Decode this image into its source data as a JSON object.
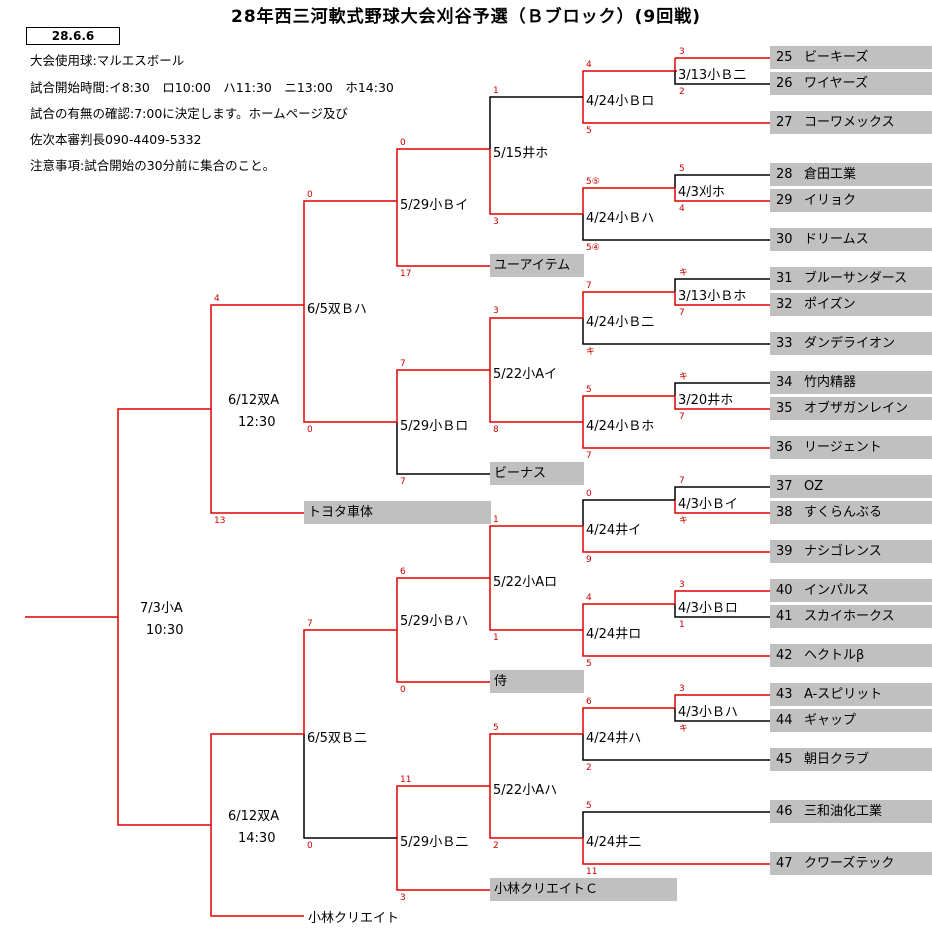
{
  "title": "28年西三河軟式野球大会刈谷予選（Ｂブロック）(9回戦)",
  "date": "28.6.6",
  "info": [
    "大会使用球:マルエスボール",
    "試合開始時間:イ8:30　ロ10:00　ハ11:30　ニ13:00　ホ14:30",
    "試合の有無の確認:7:00に決定します。ホームページ及び",
    "佐次本審判長090-4409-5332",
    "注意事項:試合開始の30分前に集合のこと。"
  ],
  "colors": {
    "win": "#e00000",
    "lose": "#000000",
    "box": "#c0c0c0",
    "score": "#cc0000"
  },
  "teams": [
    {
      "no": "25",
      "name": "ビーキーズ"
    },
    {
      "no": "26",
      "name": "ワイヤーズ"
    },
    {
      "no": "27",
      "name": "コーワメックス"
    },
    {
      "no": "28",
      "name": "倉田工業"
    },
    {
      "no": "29",
      "name": "イリョク"
    },
    {
      "no": "30",
      "name": "ドリームス"
    },
    {
      "no": "31",
      "name": "ブルーサンダース"
    },
    {
      "no": "32",
      "name": "ポイズン"
    },
    {
      "no": "33",
      "name": "ダンデライオン"
    },
    {
      "no": "34",
      "name": "竹内精器"
    },
    {
      "no": "35",
      "name": "オブザガンレイン"
    },
    {
      "no": "36",
      "name": "リージェント"
    },
    {
      "no": "37",
      "name": "OZ"
    },
    {
      "no": "38",
      "name": "すくらんぶる"
    },
    {
      "no": "39",
      "name": "ナシゴレンス"
    },
    {
      "no": "40",
      "name": "インパルス"
    },
    {
      "no": "41",
      "name": "スカイホークス"
    },
    {
      "no": "42",
      "name": "ヘクトルβ"
    },
    {
      "no": "43",
      "name": "A-スピリット"
    },
    {
      "no": "44",
      "name": "ギャップ"
    },
    {
      "no": "45",
      "name": "朝日クラブ"
    },
    {
      "no": "46",
      "name": "三和油化工業"
    },
    {
      "no": "47",
      "name": "クワーズテック"
    }
  ],
  "seeds": [
    "ユーアイテム",
    "ビーナス",
    "トヨタ車体",
    "侍",
    "小林クリエイトＣ",
    "小林クリエイト"
  ],
  "matches": [
    "3/13小Ｂ二",
    "4/3刈ホ",
    "3/13小Ｂホ",
    "3/20井ホ",
    "4/3小Ｂイ",
    "4/3小Ｂロ",
    "4/3小Ｂハ",
    "4/24小Ｂロ",
    "4/24小Ｂハ",
    "4/24小Ｂ二",
    "4/24小Ｂホ",
    "4/24井イ",
    "4/24井ロ",
    "4/24井ハ",
    "4/24井二",
    "5/15井ホ",
    "5/22小Aイ",
    "5/22小Aロ",
    "5/22小Aハ",
    "5/29小Ｂイ",
    "5/29小Ｂロ",
    "5/29小Ｂハ",
    "5/29小Ｂ二",
    "6/5双Ｂハ",
    "6/5双Ｂ二",
    "6/12双A",
    "12:30",
    "6/12双A",
    "14:30",
    "7/3小A",
    "10:30"
  ],
  "scores": [
    "3",
    "2",
    "4",
    "5",
    "5",
    "4",
    "5⑤",
    "5④",
    "1",
    "3",
    "キ",
    "7",
    "7",
    "キ",
    "キ",
    "7",
    "5",
    "7",
    "7",
    "キ",
    "0",
    "9",
    "3",
    "1",
    "4",
    "5",
    "3",
    "キ",
    "6",
    "2",
    "5",
    "11",
    "0",
    "17",
    "7",
    "8",
    "3",
    "1",
    "1",
    "5",
    "2",
    "7",
    "6",
    "0",
    "11",
    "3",
    "0",
    "0",
    "7",
    "0",
    "4",
    "13"
  ]
}
